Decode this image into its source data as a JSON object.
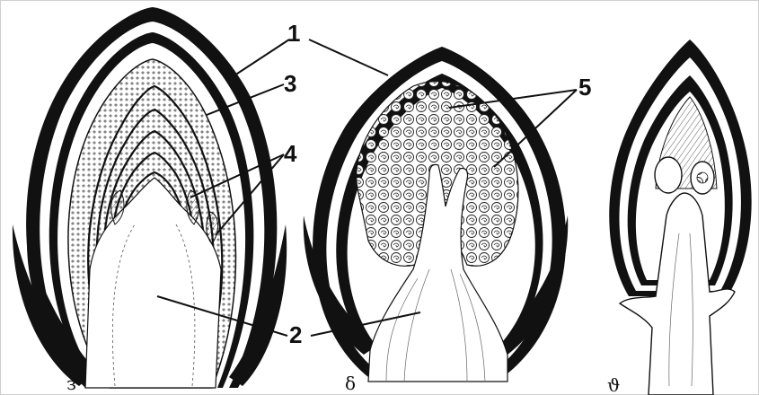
{
  "labels": {
    "l1": "1",
    "l2": "2",
    "l3": "3",
    "l4": "4",
    "l5": "5"
  },
  "panels": {
    "left": "з",
    "middle": "δ",
    "right": "ϑ"
  },
  "colors": {
    "ink": "#111111",
    "paper": "#ffffff"
  }
}
